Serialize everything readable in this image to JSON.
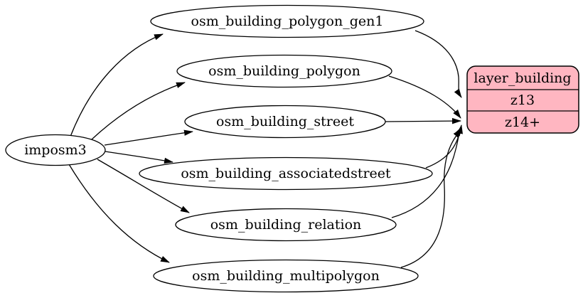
{
  "diagram": {
    "type": "dependency-graph",
    "background_color": "#ffffff",
    "edge_color": "#000000",
    "node_fill_color": "#ffffff",
    "node_stroke_color": "#000000",
    "source_node": {
      "label": "imposm3"
    },
    "table_nodes": [
      {
        "label": "osm_building_polygon_gen1"
      },
      {
        "label": "osm_building_polygon"
      },
      {
        "label": "osm_building_street"
      },
      {
        "label": "osm_building_associatedstreet"
      },
      {
        "label": "osm_building_relation"
      },
      {
        "label": "osm_building_multipolygon"
      }
    ],
    "layer_node": {
      "title": "layer_building",
      "rows": [
        "z13",
        "z14+"
      ],
      "fill_color": "#ffb6c1"
    },
    "edges": [
      {
        "from": "imposm3",
        "to": "osm_building_polygon_gen1"
      },
      {
        "from": "imposm3",
        "to": "osm_building_polygon"
      },
      {
        "from": "imposm3",
        "to": "osm_building_street"
      },
      {
        "from": "imposm3",
        "to": "osm_building_associatedstreet"
      },
      {
        "from": "imposm3",
        "to": "osm_building_relation"
      },
      {
        "from": "imposm3",
        "to": "osm_building_multipolygon"
      },
      {
        "from": "osm_building_polygon_gen1",
        "to": "layer_building:z13"
      },
      {
        "from": "osm_building_polygon",
        "to": "layer_building:z14+"
      },
      {
        "from": "osm_building_street",
        "to": "layer_building:z14+"
      },
      {
        "from": "osm_building_associatedstreet",
        "to": "layer_building:z14+"
      },
      {
        "from": "osm_building_relation",
        "to": "layer_building:z14+"
      },
      {
        "from": "osm_building_multipolygon",
        "to": "layer_building:z14+"
      }
    ]
  }
}
